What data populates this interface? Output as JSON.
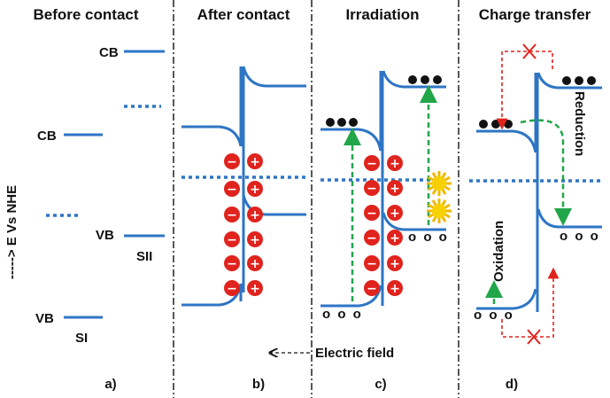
{
  "panels": {
    "a": {
      "title": "Before contact",
      "tag": "a)"
    },
    "b": {
      "title": "After contact",
      "tag": "b)"
    },
    "c": {
      "title": "Irradiation",
      "tag": "c)"
    },
    "d": {
      "title": "Charge transfer",
      "tag": "d)"
    }
  },
  "labels": {
    "cb": "CB",
    "vb": "VB",
    "sI": "SI",
    "sII": "SII",
    "y_axis": "-----> E Vs NHE",
    "electric_field": "Electric field",
    "holes": "o o o",
    "oxidation": "Oxidation",
    "reduction": "Reduction",
    "minus": "−",
    "plus": "+"
  },
  "colors": {
    "band": "#2e75c4",
    "negative_charge": "#e0231d",
    "green_arrow": "#21a64a",
    "red_arrow": "#e0231d",
    "sun": "#f7d000"
  },
  "icons": [
    "electron-dot",
    "hole-circle",
    "sun-icon",
    "cross-icon"
  ]
}
